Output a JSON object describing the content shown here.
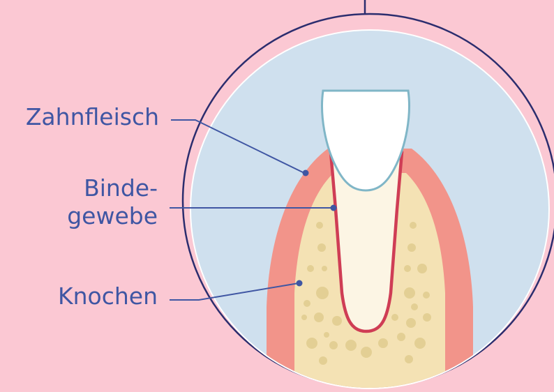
{
  "labels": {
    "gum": "Zahnfleisch",
    "connective_line1": "Binde-",
    "connective_line2": "gewebe",
    "bone": "Knochen"
  },
  "colors": {
    "background": "#fbc8d3",
    "outline": "#2b2d6e",
    "ring": "#ffffff",
    "inner": "#cfe0ee",
    "gum": "#f2948a",
    "bone": "#f4e2b4",
    "bone_dots": "#e3cf94",
    "dentin": "#fcf5e4",
    "ligament": "#cf3d55",
    "crown": "#ffffff",
    "crown_outline": "#80b6c7",
    "pointer": "#3f56a3"
  }
}
